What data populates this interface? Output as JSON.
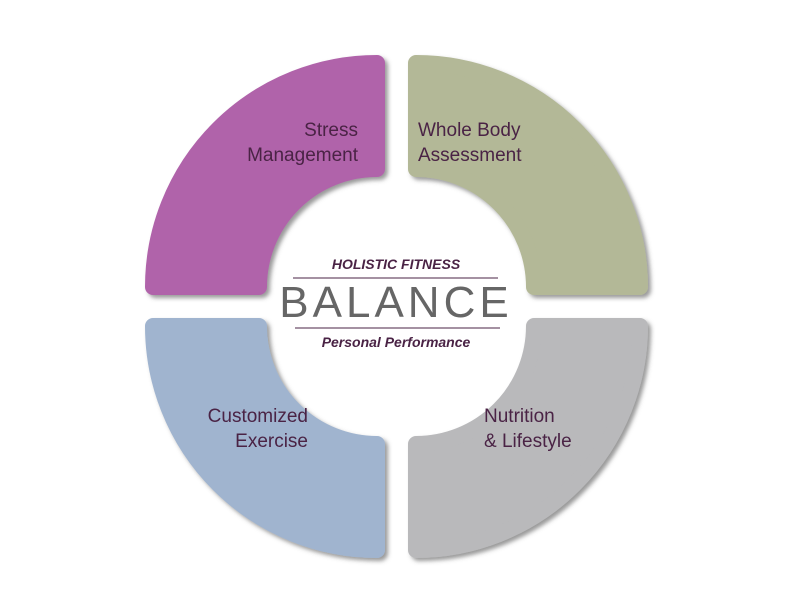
{
  "colors": {
    "stress": "#b064aa",
    "whole_body": "#b3b897",
    "exercise": "#a0b4cf",
    "nutrition": "#b9b9bb",
    "text": "#4a2345",
    "balance": "#666666"
  },
  "quadrants": {
    "stress": [
      "Stress",
      "Management"
    ],
    "whole_body": [
      "Whole Body",
      "Assessment"
    ],
    "exercise": [
      "Customized",
      "Exercise"
    ],
    "nutrition": [
      "Nutrition",
      "& Lifestyle"
    ]
  },
  "center": {
    "top": "HOLISTIC FITNESS",
    "title": "BALANCE",
    "bottom": "Personal Performance"
  }
}
